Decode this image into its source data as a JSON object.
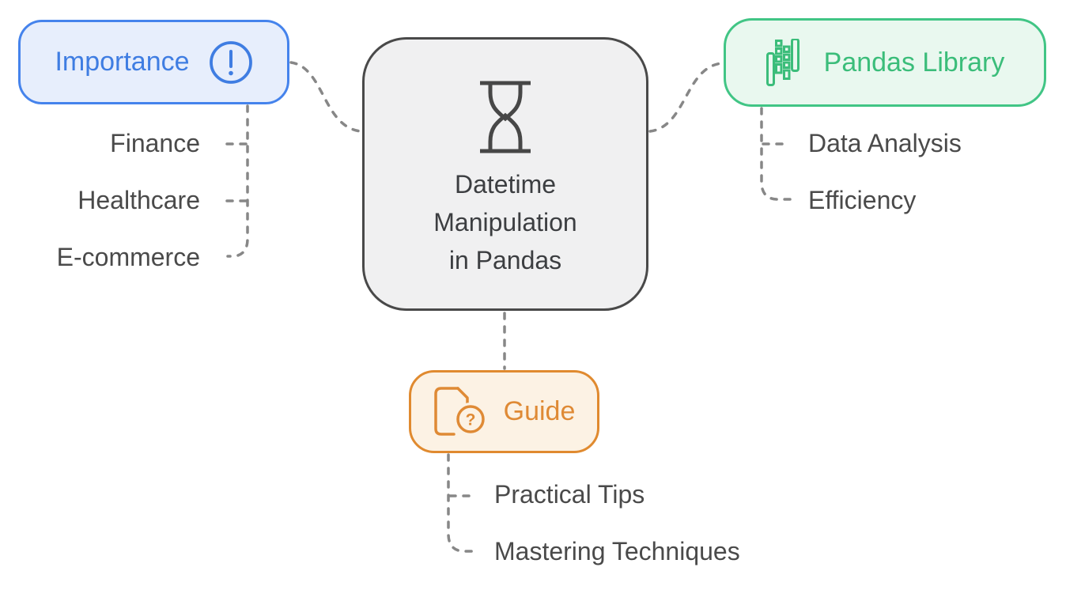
{
  "diagram": {
    "center": {
      "title_lines": [
        "Datetime",
        "Manipulation",
        "in Pandas"
      ],
      "icon": "hourglass-icon",
      "fill": "#f0f0f1",
      "border_color": "#494949",
      "text_color": "#3c3e41"
    },
    "branches": [
      {
        "label": "Importance",
        "icon": "exclamation-circle-icon",
        "border_color": "#4583ec",
        "fill": "#e7eefc",
        "text_color": "#3f7de2",
        "children": [
          "Finance",
          "Healthcare",
          "E-commerce"
        ]
      },
      {
        "label": "Pandas Library",
        "icon": "pandas-bars-icon",
        "border_color": "#41c585",
        "fill": "#e9f8ef",
        "text_color": "#3bbd7a",
        "children": [
          "Data Analysis",
          "Efficiency"
        ]
      },
      {
        "label": "Guide",
        "icon": "document-question-icon",
        "icon_glyph": "?",
        "border_color": "#e08a2f",
        "fill": "#fcf2e4",
        "text_color": "#df8a35",
        "children": [
          "Practical Tips",
          "Mastering Techniques"
        ]
      }
    ],
    "connector_color": "#878787",
    "leaf_text_color": "#4a4a4a"
  }
}
